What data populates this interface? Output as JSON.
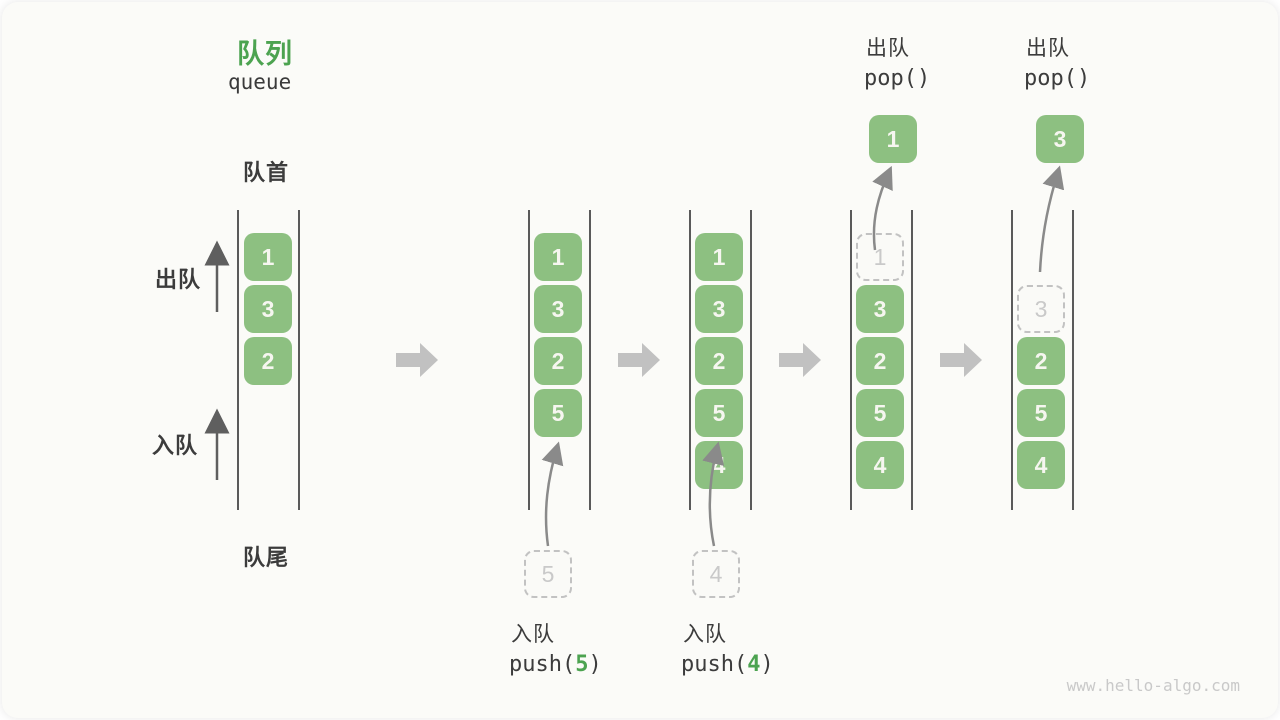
{
  "title": {
    "zh": "队列",
    "en": "queue"
  },
  "side_labels": {
    "front": "队首",
    "rear": "队尾",
    "dequeue": "出队",
    "enqueue": "入队"
  },
  "colors": {
    "accent_green": "#4CA350",
    "box_green": "#8DC081",
    "ghost_gray": "#C2C2C2",
    "line_gray": "#5A5A5A",
    "block_arrow_gray": "#C1C1C1",
    "background": "#FBFBF8"
  },
  "states": [
    {
      "items": [
        "1",
        "3",
        "2"
      ]
    },
    {
      "items": [
        "1",
        "3",
        "2",
        "5"
      ],
      "pending": "5",
      "caption": {
        "zh": "入队",
        "fn": "push(",
        "arg": "5",
        "close": ")"
      }
    },
    {
      "items": [
        "1",
        "3",
        "2",
        "5",
        "4"
      ],
      "pending": "4",
      "caption": {
        "zh": "入队",
        "fn": "push(",
        "arg": "4",
        "close": ")"
      }
    },
    {
      "ghost": "1",
      "items": [
        "3",
        "2",
        "5",
        "4"
      ],
      "popped": "1",
      "caption": {
        "zh": "出队",
        "fn": "pop()"
      }
    },
    {
      "ghost": "3",
      "items": [
        "2",
        "5",
        "4"
      ],
      "popped": "3",
      "caption": {
        "zh": "出队",
        "fn": "pop()"
      }
    }
  ],
  "watermark": "www.hello-algo.com"
}
